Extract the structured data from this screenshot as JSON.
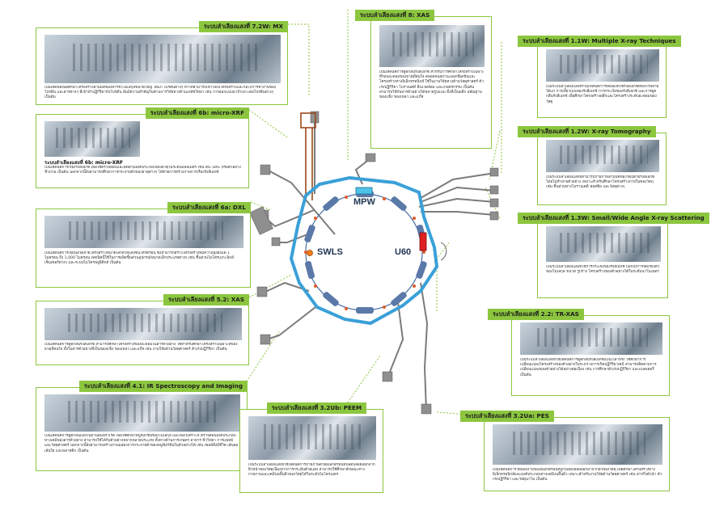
{
  "ring_labels": {
    "mpw": "MPW",
    "swls": "SWLS",
    "u60": "U60"
  },
  "cards": [
    {
      "id": "7-2w",
      "title": "ระบบลำเลียงแสงที่ 7.2W: MX",
      "desc": "เป็นเทคนิคเพื่อศึกษาโครงสร้างสามมิติของสารชีวโมเลกุลขนาดใหญ่ ได้แก่ โปรตีนต่างๆ ทำให้สามารถเข้าใจถึงโครงสร้างและกลไกการทำงานของโปรตีน และสารต่างๆ ที่เข้าทำปฏิกิริยากับโปรตีน อันมีความสำคัญในด้านการวิจัยทางด้านเภสัชวิทยา เช่น การออกแบบยาจำเพาะต่อโปรตีนต่างๆ เป็นต้น"
    },
    {
      "id": "6b",
      "title": "ระบบลำเลียงแสงที่ 6b: micro-XRF",
      "subtitle": "ระบบลำเลียงแสงที่ 6b: micro-XRF",
      "desc": "เป็นเทคนิคการเรืองรังสีเอกซ์ เพื่อใช้ตรวจสอบและติดตามองค์ประกอบของธาตุในระดับมิลลิเมตร เช่น ดิน โลหะ หรือตัวอย่างชีวภาพ เป็นต้น นอกจากนี้ยังสามารถศึกษาการกระจายตัวของธาตุต่างๆ ได้ด้วยการสร้างภาพการเรืองรังสีเอกซ์"
    },
    {
      "id": "6a",
      "title": "ระบบลำเลียงแสงที่ 6a: DXL",
      "desc": "เป็นเทคนิคการเขียนลวดลายโครงสร้างขนาดเล็กด้วยแสงซินโครตรอน ซึ่งสามารถสร้างโครงสร้างที่มีความสูงตั้งแต่ 1 ไมครอน ถึง 1,000 ไมครอน เทคนิคนี้ใช้ในการผลิตชิ้นส่วนอุปกรณ์ขนาดเล็กประเภทต่างๆ เช่น ชิ้นส่วนไมโครเมกะนิกส์ เซ็นเซอร์ต่างๆ และระบบไมโครฟลูอิดิกส์ เป็นต้น"
    },
    {
      "id": "5-2",
      "title": "ระบบลำเลียงแสงที่ 5.2: XAS",
      "desc": "เป็นเทคนิคการดูดกลืนรังสีเอกซ์ สามารถศึกษาโครงสร้างของอะตอมในสารตัวอย่าง ใช้สำหรับศึกษาโครงสร้างเฉพาะที่ของธาตุที่สนใจ ทั้งในสารตัวอย่างที่เป็นของแข็ง ของเหลว และแก๊ส เช่น งานวิจัยด้านวัสดุศาสตร์ ตัวเร่งปฏิกิริยา เป็นต้น"
    },
    {
      "id": "4-1",
      "title": "ระบบลำเลียงแสงที่ 4.1: IR Spectroscopy and Imaging",
      "desc": "เป็นเทคนิคการดูดกลืนแสงในย่านอินฟราเรด เพื่อใช้ศึกษาหมู่ฟังก์ชันของโมเลกุล และเพื่อวิเคราะห์ ตรวจสอบองค์ประกอบทางเคมีของสารตัวอย่าง สามารถใช้ได้กับตัวอย่างหลากหลายประเภท ทั้งทางด้านการเกษตร อาหาร ชีววิทยา การแพทย์ และวัสดุศาสตร์ นอกจากนี้ยังสามารถสร้างภาพแสดงการกระจายตัวของหมู่ฟังก์ชันในตัวอย่างได้ เช่น เซลล์สิ่งมีชีวิต เส้นผม เส้นใย และพลาสติก เป็นต้น"
    },
    {
      "id": "8",
      "title": "ระบบลำเลียงแสงที่ 8: XAS",
      "desc": "เป็นเทคนิคการดูดกลืนรังสีเอกซ์ สำหรับการศึกษาโครงสร้างเฉพาะที่รอบอะตอมของธาตุที่สนใจ ตลอดจนสถานะออกซิเดชันและโครงสร้างทางอิเล็กทรอนิกส์ ใช้ในงานวิจัยทางด้านวัสดุศาสตร์ ตัวเร่งปฏิกิริยา โบราณคดี สิ่งแวดล้อม และเกษตรกรรม เป็นต้น สามารถใช้กับสารตัวอย่างได้หลายรูปแบบ ทั้งที่เป็นผลึก อสัณฐาน ของแข็ง ของเหลว และแก๊ส"
    },
    {
      "id": "1-1w",
      "title": "ระบบลำเลียงแสงที่ 1.1W: Multiple X-ray Techniques",
      "desc": "เป็นระบบลำเลียงแสงที่รวมเทคนิคการทดลองที่ใช้รังสีเอกซ์ที่หลากหลาย ได้แก่ การเลี้ยวเบนของรังสีเอกซ์ การกระเจิงของรังสีเอกซ์ และการดูดกลืนรังสีเอกซ์ เพื่อศึกษาโครงสร้างผลึกและโครงสร้างระดับอะตอมของวัสดุ"
    },
    {
      "id": "1-2w",
      "title": "ระบบลำเลียงแสงที่ 1.2W: X-ray Tomography",
      "desc": "เป็นระบบลำเลียงแสงที่สามารถถ่ายภาพสามมิติของวัตถุด้วยรังสีเอกซ์ โดยไม่ทำลายตัวอย่าง เหมาะสำหรับศึกษาโครงสร้างภายในของวัตถุ เช่น ชิ้นส่วนทางโบราณคดี ฟอสซิล และวัสดุต่างๆ"
    },
    {
      "id": "1-3w",
      "title": "ระบบลำเลียงแสงที่ 1.3W: Small/Wide Angle X-ray Scattering",
      "desc": "เป็นระบบลำเลียงแสงที่ใช้การกระเจิงของรังสีเอกซ์ บอกถึงการจัดเรียงตัวของโมเลกุล ขนาด รูปร่าง โครงสร้างของตัวอย่างได้ในระดับนาโนเมตร"
    },
    {
      "id": "2-2",
      "title": "ระบบลำเลียงแสงที่ 2.2: TR-XAS",
      "desc": "เป็นระบบลำเลียงแสงที่ใช้เทคนิคการดูดกลืนรังสีเอกซ์แบบเวลาจริง ใช้ศึกษาการเปลี่ยนแปลงโครงสร้างของตัวอย่างในระหว่างการเกิดปฏิกิริยาเคมี สามารถติดตามการเปลี่ยนแปลงของตัวอย่างได้อย่างต่อเนื่อง เช่น การศึกษาตัวเร่งปฏิกิริยา และแบตเตอรี่ เป็นต้น"
    },
    {
      "id": "3-2ub",
      "title": "ระบบลำเลียงแสงที่ 3.2Ub: PEEM",
      "desc": "เป็นระบบลำเลียงแสงที่ใช้เทคนิคการถ่ายภาพด้วยอิเล็กตรอนที่ปลดปล่อยออกจากผิวหน้าของวัสดุเนื่องจากการกระตุ้นด้วยแสง สามารถใช้ศึกษาลักษณะทางกายภาพและเคมีบนพื้นผิวของวัสดุได้ในระดับไมโครเมตร"
    },
    {
      "id": "3-2ua",
      "title": "ระบบลำเลียงแสงที่ 3.2Ua: PES",
      "desc": "เป็นเทคนิคการวัดพลังงานของอิเล็กตรอนที่ถูกปลดปล่อยออกมาจากผิวของวัสดุ เพื่อศึกษาโครงสร้างทางอิเล็กทรอนิกส์และองค์ประกอบทางเคมีบนพื้นผิว เหมาะสำหรับงานวิจัยด้านวัสดุศาสตร์ เช่น สารกึ่งตัวนำ ตัวเร่งปฏิกิริยา และวัสดุนาโน เป็นต้น"
    }
  ]
}
